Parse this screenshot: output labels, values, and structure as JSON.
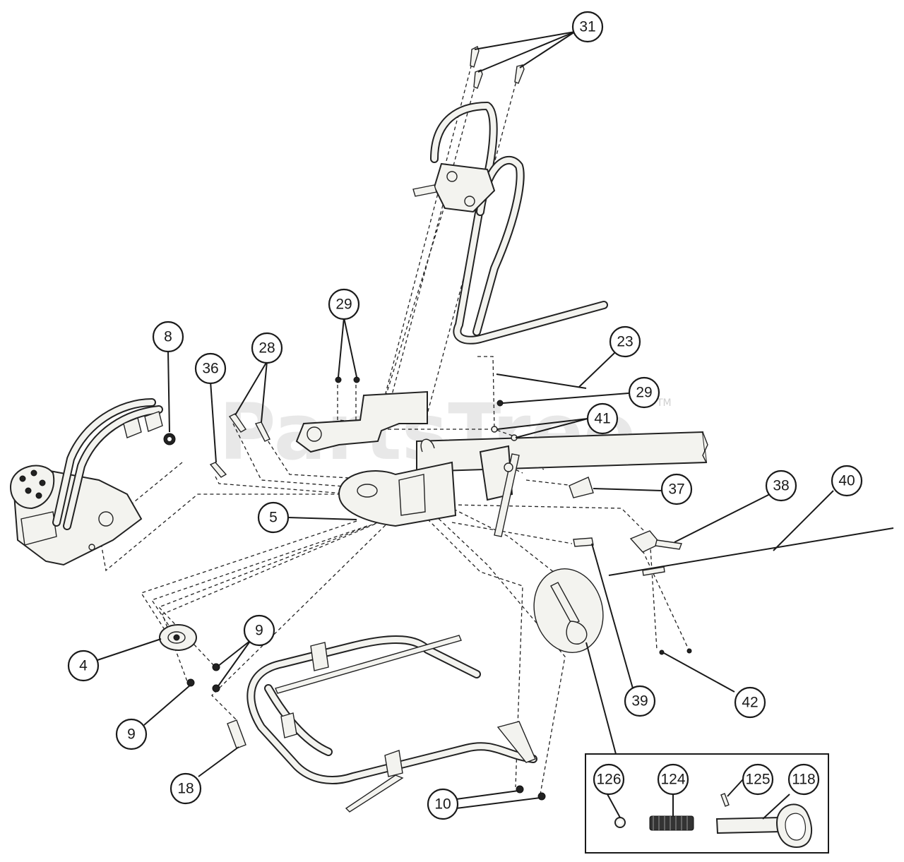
{
  "watermark": {
    "text": "PartsTree",
    "trademark": "TM"
  },
  "callouts": {
    "c31": "31",
    "c29a": "29",
    "c8": "8",
    "c36": "36",
    "c28": "28",
    "c23": "23",
    "c29b": "29",
    "c41": "41",
    "c37": "37",
    "c38": "38",
    "c40": "40",
    "c5": "5",
    "c9a": "9",
    "c4": "4",
    "c9b": "9",
    "c18": "18",
    "c39": "39",
    "c42": "42",
    "c10": "10",
    "c126": "126",
    "c124": "124",
    "c125": "125",
    "c118": "118"
  }
}
